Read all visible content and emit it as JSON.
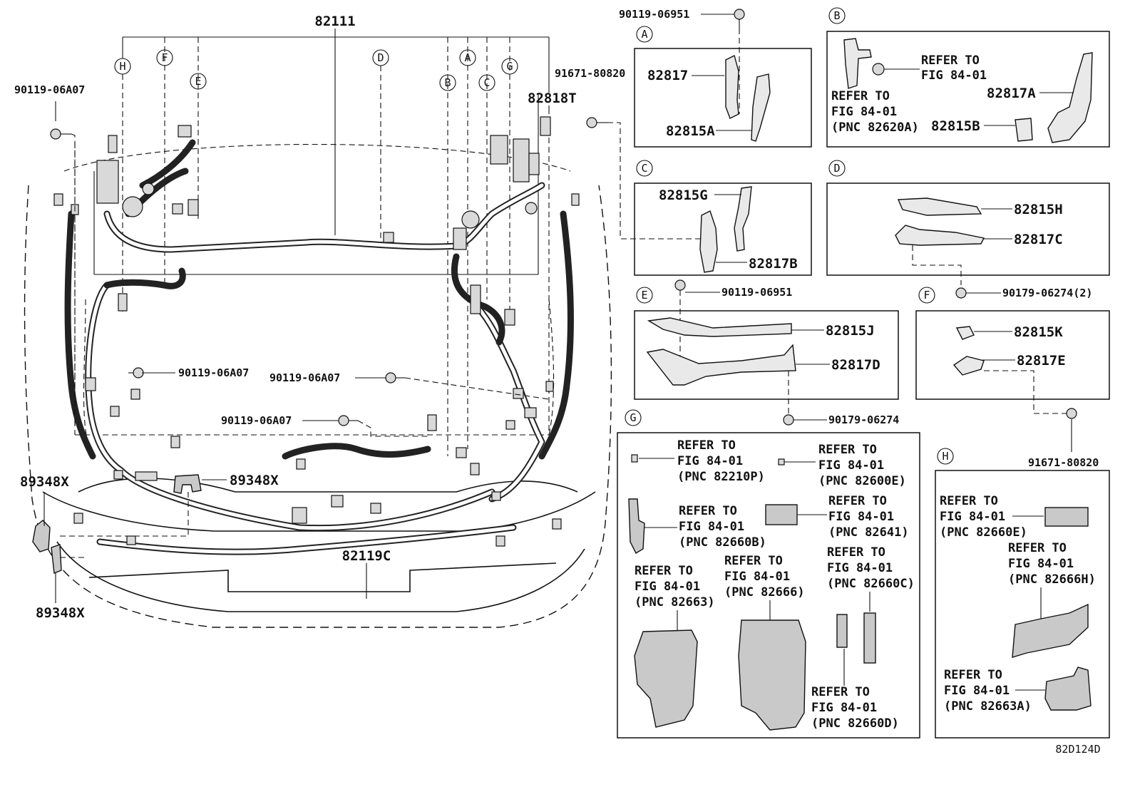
{
  "main": {
    "label_82111": "82111",
    "label_82119C": "82119C",
    "label_82818T": "82818T",
    "callouts": [
      "H",
      "F",
      "E",
      "D",
      "B",
      "A",
      "C",
      "G"
    ],
    "bolt_left_top": "90119-06A07",
    "bolt_mid_left": "90119-06A07",
    "bolt_mid_right": "90119-06A07",
    "bolt_lower": "90119-06A07",
    "clip_mid": "89348X",
    "clip_left": "89348X",
    "clip_left_low": "89348X",
    "bolt_top": "90119-06951",
    "screw_top": "91671-80820"
  },
  "panel_a": {
    "letter": "A",
    "p1": "82817",
    "p2": "82815A"
  },
  "panel_b": {
    "letter": "B",
    "ref1_line1": "REFER TO",
    "ref1_line2": "FIG 84-01",
    "ref2_line1": "REFER TO",
    "ref2_line2": "FIG 84-01",
    "ref2_line3": "(PNC 82620A)",
    "p1": "82817A",
    "p2": "82815B"
  },
  "panel_c": {
    "letter": "C",
    "p1": "82815G",
    "p2": "82817B"
  },
  "panel_d": {
    "letter": "D",
    "p1": "82815H",
    "p2": "82817C",
    "clip": "90179-06274(2)"
  },
  "panel_e": {
    "letter": "E",
    "bolt": "90119-06951",
    "p1": "82815J",
    "p2": "82817D",
    "clip": "90179-06274"
  },
  "panel_f": {
    "letter": "F",
    "p1": "82815K",
    "p2": "82817E",
    "screw": "91671-80820"
  },
  "panel_g": {
    "letter": "G",
    "refs": [
      [
        "REFER TO",
        "FIG 84-01",
        "(PNC 82210P)"
      ],
      [
        "REFER TO",
        "FIG 84-01",
        "(PNC 82600E)"
      ],
      [
        "REFER TO",
        "FIG 84-01",
        "(PNC 82660B)"
      ],
      [
        "REFER TO",
        "FIG 84-01",
        "(PNC 82641)"
      ],
      [
        "REFER TO",
        "FIG 84-01",
        "(PNC 82663)"
      ],
      [
        "REFER TO",
        "FIG 84-01",
        "(PNC 82666)"
      ],
      [
        "REFER TO",
        "FIG 84-01",
        "(PNC 82660C)"
      ],
      [
        "REFER TO",
        "FIG 84-01",
        "(PNC 82660D)"
      ]
    ]
  },
  "panel_h": {
    "letter": "H",
    "refs": [
      [
        "REFER TO",
        "FIG 84-01",
        "(PNC 82660E)"
      ],
      [
        "REFER TO",
        "FIG 84-01",
        "(PNC 82666H)"
      ],
      [
        "REFER TO",
        "FIG 84-01",
        "(PNC 82663A)"
      ]
    ]
  },
  "figure_id": "82D124D"
}
